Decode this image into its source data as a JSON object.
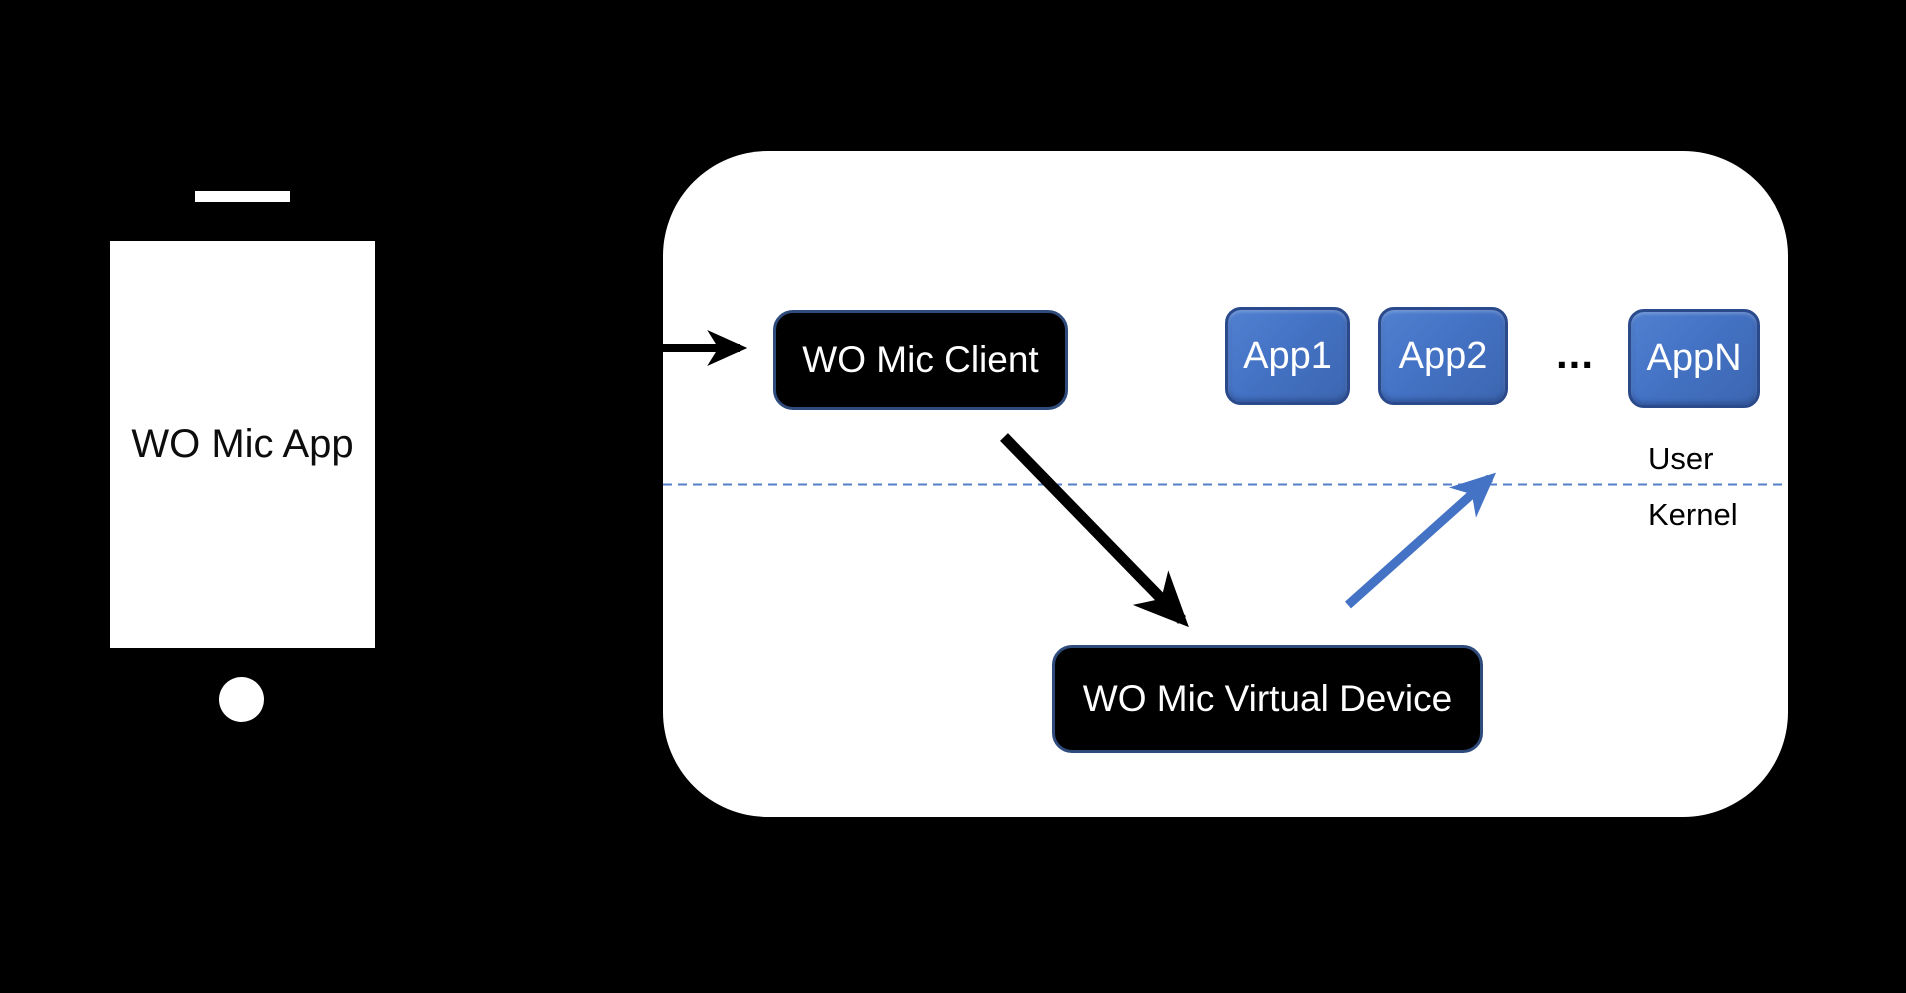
{
  "phone": {
    "label": "WO Mic App"
  },
  "computer": {
    "client": {
      "label": "WO Mic Client"
    },
    "apps": [
      {
        "label": "App1"
      },
      {
        "label": "App2"
      },
      {
        "label": "AppN"
      }
    ],
    "ellipsis": "...",
    "boundary": {
      "user_label": "User",
      "kernel_label": "Kernel"
    },
    "virtual_device": {
      "label": "WO Mic Virtual Device"
    }
  },
  "colors": {
    "background": "#000000",
    "panel_fill": "#FFFFFF",
    "dark_box_fill": "#000000",
    "dark_box_border": "#2E4B7C",
    "app_fill": "#4472C4",
    "app_border": "#2B4A8C",
    "arrow_black": "#000000",
    "arrow_blue": "#4472C4",
    "divider_blue": "#4472C4",
    "text_on_dark": "#FFFFFF",
    "text_on_light": "#000000"
  }
}
